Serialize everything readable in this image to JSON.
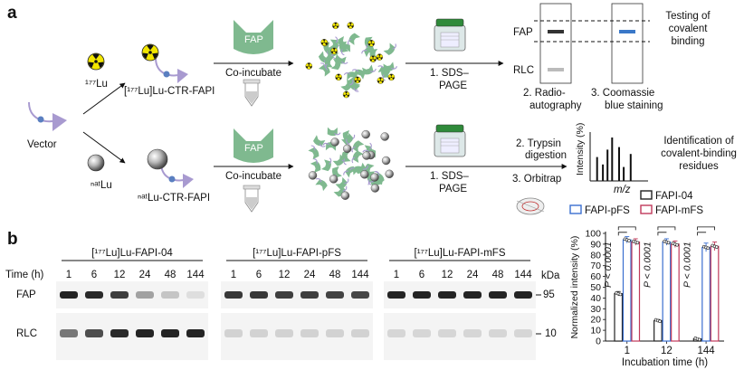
{
  "panel_a": {
    "label": "a",
    "vector_label": "Vector",
    "lu177_label": "¹⁷⁷Lu",
    "lunat_label": "ⁿᵃᵗLu",
    "top_probe_label": "[¹⁷⁷Lu]Lu-CTR-FAPI",
    "bottom_probe_label": "ⁿᵃᵗLu-CTR-FAPI",
    "fap_label": "FAP",
    "coincubate_label": "Co-incubate",
    "sds_label_1": "1. SDS–",
    "sds_label_2": "PAGE",
    "gel_fap_label": "FAP",
    "gel_rlc_label": "RLC",
    "radio_label_1": "2. Radio-",
    "radio_label_2": "autography",
    "coomassie_label_1": "3. Coomassie",
    "coomassie_label_2": "blue staining",
    "testing_label": [
      "Testing of",
      "covalent",
      "binding"
    ],
    "trypsin_label_1": "2. Trypsin",
    "trypsin_label_2": "digestion",
    "orbitrap_label": "3. Orbitrap",
    "ms_ylabel": "Intensity (%)",
    "ms_xlabel": "m/z",
    "ms_peaks": [
      {
        "x": 0.12,
        "h": 0.55
      },
      {
        "x": 0.22,
        "h": 0.38
      },
      {
        "x": 0.3,
        "h": 0.72
      },
      {
        "x": 0.38,
        "h": 1.0
      },
      {
        "x": 0.5,
        "h": 0.78
      },
      {
        "x": 0.58,
        "h": 0.32
      },
      {
        "x": 0.7,
        "h": 0.62
      }
    ],
    "identify_label": [
      "Identification of",
      "covalent-binding",
      "residues"
    ],
    "colors": {
      "fap_green": "#7fb98f",
      "probe_purple": "#a89ad0",
      "coomassie_blue": "#3a78c8",
      "radio_yellow": "#f2e600"
    }
  },
  "panel_b": {
    "label": "b",
    "time_label": "Time (h)",
    "kda_label": "kDa",
    "row_labels": [
      "FAP",
      "RLC"
    ],
    "markers": [
      "95",
      "10"
    ],
    "gels": [
      {
        "title": "[¹⁷⁷Lu]Lu-FAPI-04",
        "times": [
          "1",
          "6",
          "12",
          "24",
          "48",
          "144"
        ],
        "fap_intensity": [
          0.95,
          0.92,
          0.82,
          0.35,
          0.18,
          0.06
        ],
        "rlc_intensity": [
          0.55,
          0.75,
          0.92,
          0.95,
          0.95,
          0.95
        ]
      },
      {
        "title": "[¹⁷⁷Lu]Lu-FAPI-pFS",
        "times": [
          "1",
          "6",
          "12",
          "24",
          "48",
          "144"
        ],
        "fap_intensity": [
          0.85,
          0.85,
          0.82,
          0.82,
          0.8,
          0.78
        ],
        "rlc_intensity": [
          0.12,
          0.12,
          0.12,
          0.12,
          0.12,
          0.12
        ]
      },
      {
        "title": "[¹⁷⁷Lu]Lu-FAPI-mFS",
        "times": [
          "1",
          "6",
          "12",
          "24",
          "48",
          "144"
        ],
        "fap_intensity": [
          0.95,
          0.95,
          0.95,
          0.95,
          0.95,
          0.95
        ],
        "rlc_intensity": [
          0.1,
          0.1,
          0.1,
          0.1,
          0.1,
          0.1
        ]
      }
    ]
  },
  "chart_data": {
    "type": "bar",
    "title": "",
    "xlabel": "Incubation time (h)",
    "ylabel": "Normalized intensity (%)",
    "categories": [
      "1",
      "12",
      "144"
    ],
    "ylim": [
      0,
      100
    ],
    "yticks": [
      0,
      10,
      20,
      30,
      40,
      50,
      60,
      70,
      80,
      90,
      100
    ],
    "series": [
      {
        "name": "FAPI-04",
        "color": "#222222",
        "values": [
          44,
          19,
          2
        ],
        "errors": [
          2,
          1,
          0.5
        ]
      },
      {
        "name": "FAPI-pFS",
        "color": "#3a6fd0",
        "values": [
          94,
          92,
          87
        ],
        "errors": [
          3,
          3,
          4
        ]
      },
      {
        "name": "FAPI-mFS",
        "color": "#c0395a",
        "values": [
          92,
          90,
          88
        ],
        "errors": [
          3,
          3,
          4
        ]
      }
    ],
    "pvalue_label": "P < 0.0001",
    "legend": "top"
  }
}
